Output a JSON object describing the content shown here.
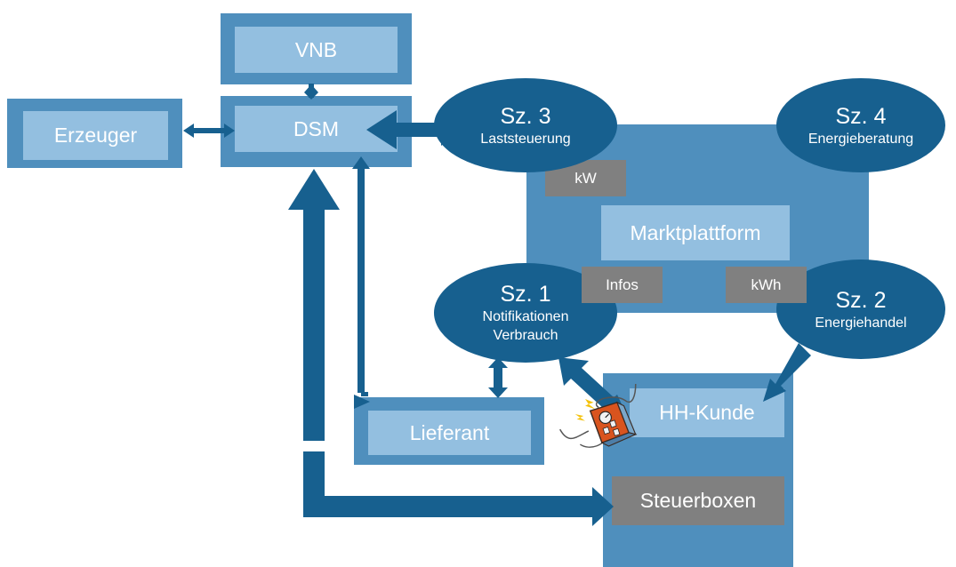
{
  "nodes": {
    "vnb": "VNB",
    "dsm": "DSM",
    "erzeuger": "Erzeuger",
    "lieferant": "Lieferant",
    "marktplattform": "Marktplattform",
    "hh_kunde": "HH-Kunde",
    "steuerboxen": "Steuerboxen"
  },
  "tags": {
    "kw": "kW",
    "infos": "Infos",
    "kwh": "kWh"
  },
  "scenarios": [
    {
      "title": "Sz. 3",
      "subtitle": "Laststeuerung"
    },
    {
      "title": "Sz. 4",
      "subtitle": "Energieberatung"
    },
    {
      "title": "Sz. 1",
      "subtitle_line1": "Notifikationen",
      "subtitle_line2": "Verbrauch"
    },
    {
      "title": "Sz. 2",
      "subtitle": "Energiehandel"
    }
  ],
  "colors": {
    "box_outer": "#4f8fbd",
    "box_inner": "#93bfe0",
    "ellipse": "#17608f",
    "arrow": "#17608f",
    "tag": "#808080",
    "meter_body": "#d9541e"
  },
  "icons": {
    "meter": "smart-meter-clipart"
  }
}
